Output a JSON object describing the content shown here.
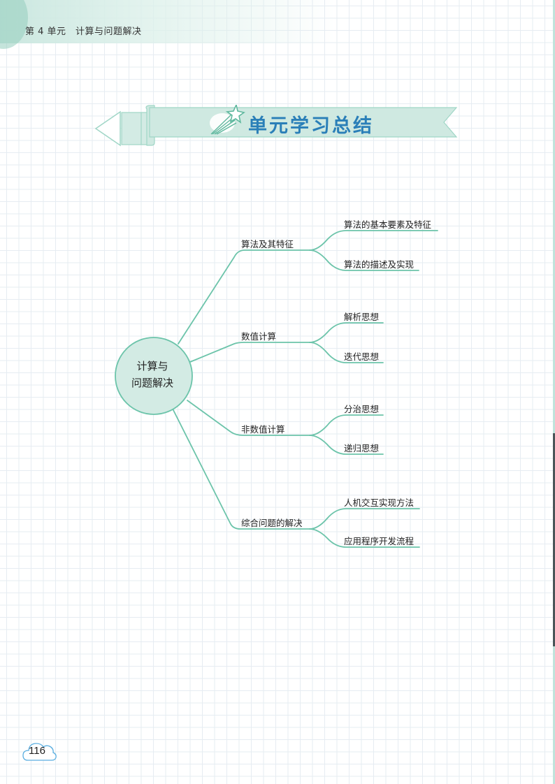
{
  "header": {
    "unit_label": "第 4 单元　计算与问题解决"
  },
  "banner": {
    "title": "单元学习总结",
    "icon": "shooting-star-icon"
  },
  "mindmap": {
    "center": {
      "line1": "计算与",
      "line2": "问题解决"
    },
    "branches": [
      {
        "label": "算法及其特征",
        "children": [
          "算法的基本要素及特征",
          "算法的描述及实现"
        ]
      },
      {
        "label": "数值计算",
        "children": [
          "解析思想",
          "迭代思想"
        ]
      },
      {
        "label": "非数值计算",
        "children": [
          "分治思想",
          "递归思想"
        ]
      },
      {
        "label": "综合问题的解决",
        "children": [
          "人机交互实现方法",
          "应用程序开发流程"
        ]
      }
    ]
  },
  "footer": {
    "page_number": "116",
    "icon": "cloud-icon"
  },
  "colors": {
    "branch_line": "#6cc4aa",
    "circle_fill": "#d3ebe4",
    "circle_stroke": "#6cc4aa",
    "banner_fill": "#cfe9e1",
    "banner_title": "#2a7fb8",
    "cloud_stroke": "#5aaee0"
  }
}
